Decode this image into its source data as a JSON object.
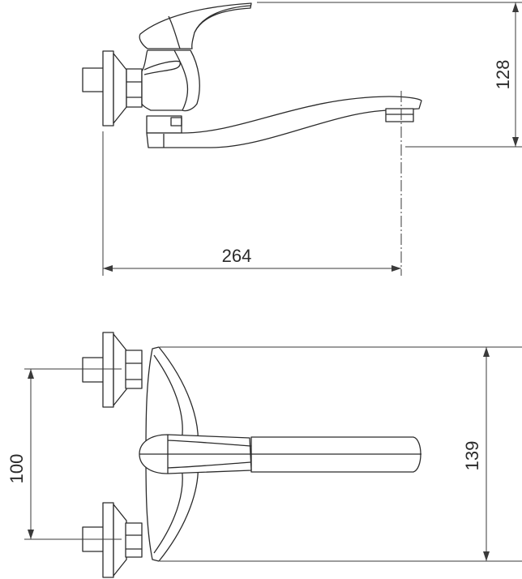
{
  "dimensions": {
    "height_side": "128",
    "reach": "264",
    "inlet_spacing": "100",
    "depth": "139"
  },
  "colors": {
    "line": "#2b2b2b",
    "background": "#ffffff"
  }
}
